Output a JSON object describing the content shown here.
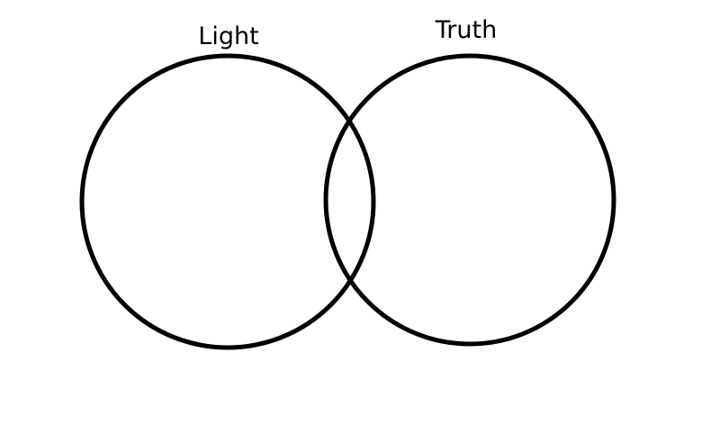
{
  "diagram": {
    "type": "venn",
    "sets": [
      {
        "label": "Light"
      },
      {
        "label": "Truth"
      }
    ],
    "stroke_color": "#000000",
    "background_color": "#ffffff"
  }
}
